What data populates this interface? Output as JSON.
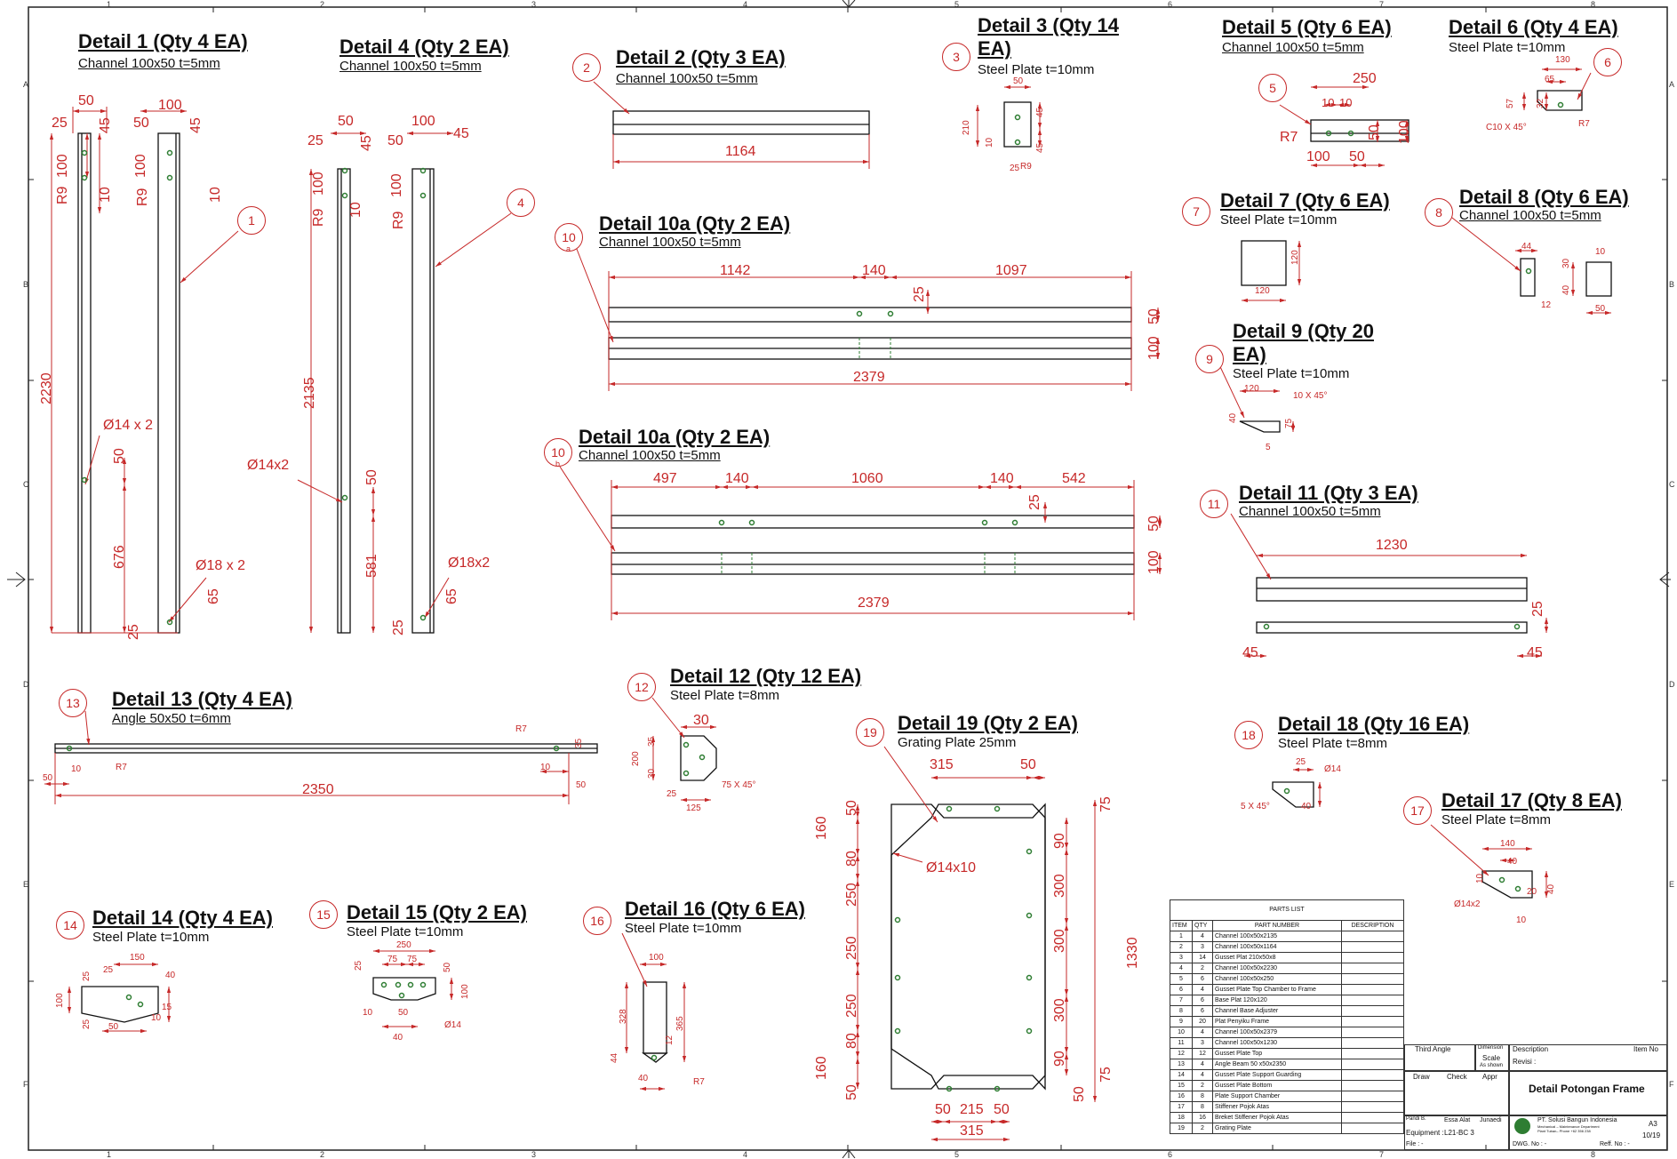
{
  "grid": {
    "cols_top": [
      "1",
      "2",
      "3",
      "4",
      "5",
      "6",
      "7",
      "8"
    ],
    "cols_bottom": [
      "1",
      "2",
      "3",
      "4",
      "5",
      "6",
      "7",
      "8"
    ],
    "rows_left": [
      "A",
      "B",
      "C",
      "D",
      "E",
      "F"
    ],
    "rows_right": [
      "A",
      "B",
      "C",
      "D",
      "E",
      "F"
    ]
  },
  "details": [
    {
      "bubble": "1",
      "title": "Detail 1 (Qty 4 EA)",
      "sub": "Channel 100x50 t=5mm"
    },
    {
      "bubble": "4",
      "title": "Detail 4 (Qty 2 EA)",
      "sub": "Channel 100x50 t=5mm"
    },
    {
      "bubble": "2",
      "title": "Detail 2 (Qty 3 EA)",
      "sub": "Channel 100x50 t=5mm"
    },
    {
      "bubble": "3",
      "title": "Detail 3 (Qty 14",
      "title2": "EA)",
      "sub": "Steel Plate  t=10mm"
    },
    {
      "bubble": "5",
      "title": "Detail 5 (Qty 6 EA)",
      "sub": "Channel 100x50 t=5mm"
    },
    {
      "bubble": "6",
      "title": "Detail 6 (Qty 4 EA)",
      "sub": "Steel Plate  t=10mm"
    },
    {
      "bubble": "10",
      "bubble_sub": "a",
      "title": "Detail 10a (Qty 2 EA)",
      "sub": "Channel 100x50 t=5mm"
    },
    {
      "bubble": "7",
      "title": "Detail 7 (Qty 6  EA)",
      "sub": "Steel Plate  t=10mm"
    },
    {
      "bubble": "8",
      "title": "Detail 8 (Qty 6 EA)",
      "sub": "Channel 100x50 t=5mm"
    },
    {
      "bubble": "9",
      "title": "Detail 9 (Qty 20",
      "title2": "EA)",
      "sub": "Steel Plate  t=10mm"
    },
    {
      "bubble": "10",
      "bubble_sub": "b",
      "title": "Detail 10a (Qty 2 EA)",
      "sub": "Channel 100x50 t=5mm"
    },
    {
      "bubble": "11",
      "title": "Detail 11 (Qty 3 EA)",
      "sub": "Channel 100x50 t=5mm"
    },
    {
      "bubble": "13",
      "title": "Detail 13 (Qty 4 EA)",
      "sub": "Angle 50x50 t=6mm"
    },
    {
      "bubble": "12",
      "title": "Detail 12 (Qty 12 EA)",
      "sub": "Steel Plate  t=8mm"
    },
    {
      "bubble": "19",
      "title": "Detail 19 (Qty 2 EA)",
      "sub": "Grating Plate 25mm"
    },
    {
      "bubble": "18",
      "title": "Detail 18 (Qty 16 EA)",
      "sub": "Steel Plate  t=8mm"
    },
    {
      "bubble": "17",
      "title": "Detail 17 (Qty 8 EA)",
      "sub": "Steel Plate  t=8mm"
    },
    {
      "bubble": "14",
      "title": "Detail 14 (Qty 4 EA)",
      "sub": "Steel Plate  t=10mm"
    },
    {
      "bubble": "15",
      "title": "Detail 15 (Qty 2 EA)",
      "sub": "Steel Plate  t=10mm"
    },
    {
      "bubble": "16",
      "title": "Detail 16 (Qty 6 EA)",
      "sub": "Steel Plate  t=10mm"
    }
  ],
  "dims": {
    "d1": [
      "50",
      "100",
      "25",
      "45",
      "50",
      "45",
      "100",
      "100",
      "R9",
      "R9",
      "10",
      "10",
      "2230",
      "Ø14 x 2",
      "50",
      "676",
      "Ø18 x 2",
      "65",
      "25"
    ],
    "d4": [
      "50",
      "100",
      "25",
      "45",
      "50",
      "45",
      "100",
      "100",
      "R9",
      "R9",
      "10",
      "2135",
      "Ø14x2",
      "50",
      "581",
      "Ø18x2",
      "65",
      "25"
    ],
    "d2": [
      "1164"
    ],
    "d3": [
      "50",
      "45",
      "210",
      "10",
      "45",
      "25",
      "R9"
    ],
    "d5": [
      "250",
      "10",
      "10",
      "R7",
      "50",
      "100",
      "100",
      "50"
    ],
    "d6": [
      "130",
      "65",
      "57",
      "32",
      "C10 X 45°",
      "R7"
    ],
    "d10a": [
      "1142",
      "140",
      "1097",
      "25",
      "50",
      "100",
      "2379"
    ],
    "d7": [
      "120",
      "120"
    ],
    "d8": [
      "44",
      "10",
      "30",
      "40",
      "12",
      "50"
    ],
    "d9": [
      "120",
      "10 X 45°",
      "40",
      "75",
      "5"
    ],
    "d10b": [
      "497",
      "140",
      "1060",
      "140",
      "542",
      "25",
      "50",
      "100",
      "2379"
    ],
    "d11": [
      "1230",
      "25",
      "45",
      "45"
    ],
    "d13": [
      "R7",
      "R7",
      "10",
      "10",
      "50",
      "50",
      "2350",
      "35"
    ],
    "d12": [
      "30",
      "35",
      "200",
      "30",
      "25",
      "125",
      "75 X 45°"
    ],
    "d19": [
      "315",
      "50",
      "50",
      "75",
      "160",
      "80",
      "Ø14x10",
      "250",
      "250",
      "250",
      "80",
      "160",
      "50",
      "90",
      "300",
      "300",
      "300",
      "90",
      "75",
      "50",
      "1330",
      "50",
      "215",
      "50",
      "315"
    ],
    "d18": [
      "25",
      "Ø14",
      "5 X 45°",
      "40"
    ],
    "d17": [
      "140",
      "40",
      "10",
      "20",
      "40",
      "Ø14x2",
      "10"
    ],
    "d14": [
      "150",
      "25",
      "40",
      "25",
      "100",
      "25",
      "10",
      "50",
      "15"
    ],
    "d15": [
      "250",
      "75",
      "75",
      "25",
      "50",
      "100",
      "10",
      "50",
      "40",
      "Ø14"
    ],
    "d16": [
      "100",
      "328",
      "365",
      "12",
      "44",
      "40",
      "R7"
    ]
  },
  "parts_list": {
    "title": "PARTS LIST",
    "headers": [
      "ITEM",
      "QTY",
      "PART NUMBER",
      "DESCRIPTION"
    ],
    "rows": [
      [
        "1",
        "4",
        "Channel 100x50x2135",
        ""
      ],
      [
        "2",
        "3",
        "Channel 100x50x1164",
        ""
      ],
      [
        "3",
        "14",
        "Gusset Plat 210x50x8",
        ""
      ],
      [
        "4",
        "2",
        "Channel 100x50x2230",
        ""
      ],
      [
        "5",
        "6",
        "Channel 100x50x250",
        ""
      ],
      [
        "6",
        "4",
        "Gusset Plate Top Chamber to Frame",
        ""
      ],
      [
        "7",
        "6",
        "Base Plat 120x120",
        ""
      ],
      [
        "8",
        "6",
        "Channel Base Adjuster",
        ""
      ],
      [
        "9",
        "20",
        "Plat Penyiku Frame",
        ""
      ],
      [
        "10",
        "4",
        "Channel 100x50x2379",
        ""
      ],
      [
        "11",
        "3",
        "Channel 100x50x1230",
        ""
      ],
      [
        "12",
        "12",
        "Gusset Plate Top",
        ""
      ],
      [
        "13",
        "4",
        "Angle Beam 50 x50x2350",
        ""
      ],
      [
        "14",
        "4",
        "Gusset Plate Support Guarding",
        ""
      ],
      [
        "15",
        "2",
        "Gusset Plate Bottom",
        ""
      ],
      [
        "16",
        "8",
        "Plate Support Chamber",
        ""
      ],
      [
        "17",
        "8",
        "Stiffener Pojok Atas",
        ""
      ],
      [
        "18",
        "16",
        "Breket Stiffener Pojok Atas",
        ""
      ],
      [
        "19",
        "2",
        "Grating Plate",
        ""
      ]
    ]
  },
  "title_block": {
    "third_angle": "Third Angle",
    "dimension": "Dimension",
    "scale_label": "Scale",
    "scale_value": "As shown",
    "description_label": "Description",
    "item_no_label": "Item No",
    "revisi": "Revisi :",
    "draw": "Draw",
    "check": "Check",
    "appr": "Appr",
    "drawing_title": "Detail Potongan Frame",
    "pandi_label": "Pandi B.",
    "pandi_1": "Essa Alat",
    "pandi_2": "Junaedi",
    "company": "PT. Solusi Bangun Indonesia",
    "company_sub": "Mechanical – Maintenance Department",
    "company_sub2": "Plant Tuban– Phone +62 356 238",
    "size": "A3",
    "equipment_label": "Equipment :",
    "equipment": "L21-BC 3",
    "sheet": "10/19",
    "file": "File : -",
    "dwg_no": "DWG. No : -",
    "reff_no": "Reff. No : -"
  },
  "colors": {
    "dim": "#c62828",
    "line": "#111111",
    "hole": "#2e7d32",
    "border": "#222222"
  }
}
